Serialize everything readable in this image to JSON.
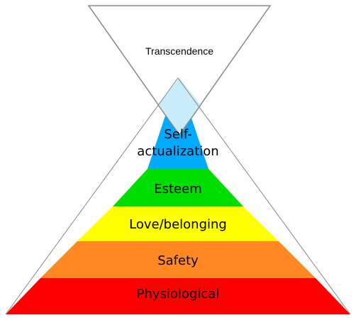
{
  "diagram": {
    "top_label": "Transcendence",
    "tiers": [
      {
        "label_lines": [
          "Self-",
          "actualization"
        ],
        "color": "#00aaff"
      },
      {
        "label_lines": [
          "Esteem"
        ],
        "color": "#00dd00"
      },
      {
        "label_lines": [
          "Love/belonging"
        ],
        "color": "#ffff00"
      },
      {
        "label_lines": [
          "Safety"
        ],
        "color": "#ff8822"
      },
      {
        "label_lines": [
          "Physiological"
        ],
        "color": "#ff0000"
      }
    ],
    "overlap_color": "#c8ecfa",
    "inverted_triangle_fill": "#ffffff",
    "outline_color": "#888888"
  }
}
